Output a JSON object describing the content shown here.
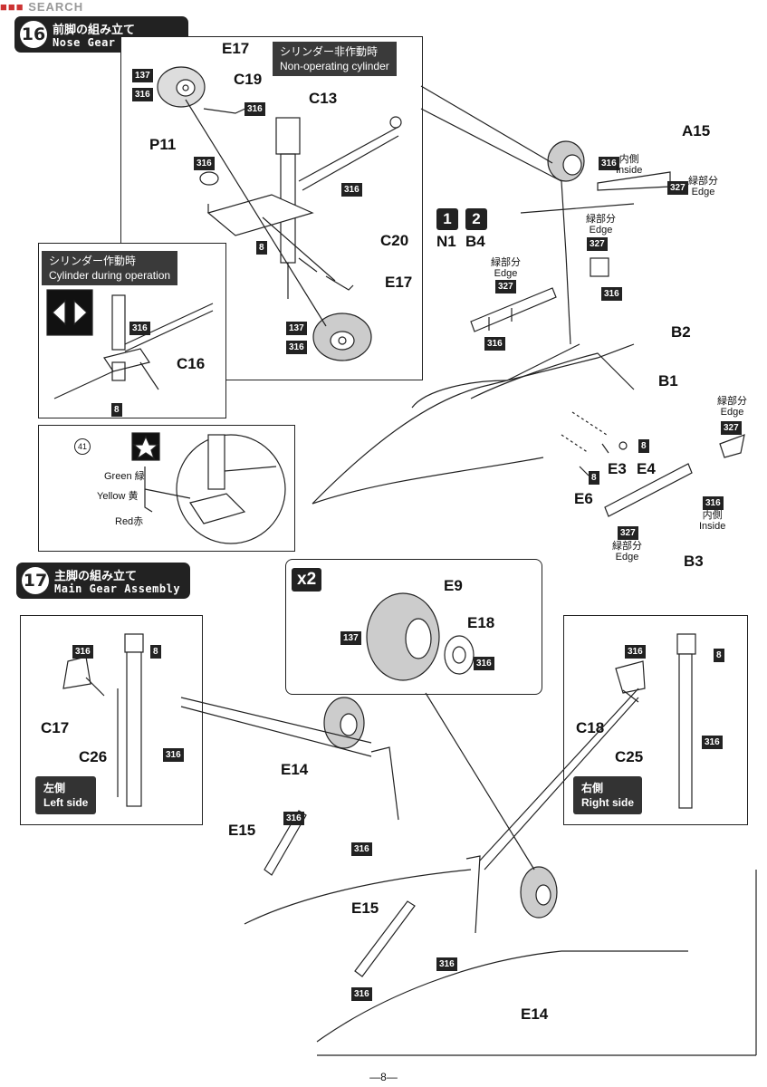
{
  "watermark": "SEARCH",
  "section16": {
    "number": "16",
    "title_jp": "前脚の組み立て",
    "title_en": "Nose Gear Assembly",
    "cap_nonop_jp": "シリンダー非作動時",
    "cap_nonop_en": "Non-operating cylinder",
    "cap_op_jp": "シリンダー作動時",
    "cap_op_en": "Cylinder during operation"
  },
  "section17": {
    "number": "17",
    "title_jp": "主脚の組み立て",
    "title_en": "Main Gear Assembly",
    "multiplier": "x2",
    "left_jp": "左側",
    "left_en": "Left side",
    "right_jp": "右側",
    "right_en": "Right side"
  },
  "parts": {
    "E17": "E17",
    "C19": "C19",
    "C13": "C13",
    "P11": "P11",
    "C20": "C20",
    "C16": "C16",
    "A15": "A15",
    "N1": "N1",
    "B4": "B4",
    "B2": "B2",
    "B1": "B1",
    "E3": "E3",
    "E4": "E4",
    "E6": "E6",
    "B3": "B3",
    "E9": "E9",
    "E18": "E18",
    "C17": "C17",
    "C26": "C26",
    "C18": "C18",
    "C25": "C25",
    "E14": "E14",
    "E15": "E15"
  },
  "step_markers": {
    "one": "1",
    "two": "2"
  },
  "paints": {
    "p137": "137",
    "p316": "316",
    "p327": "327",
    "p8": "8",
    "p41": "41"
  },
  "notes": {
    "inside_jp": "内側",
    "inside_en": "Inside",
    "edge_jp": "緑部分",
    "edge_en": "Edge",
    "green": "Green 緑",
    "yellow": "Yellow 黄",
    "red": "Red赤"
  },
  "page_number": "—8—"
}
